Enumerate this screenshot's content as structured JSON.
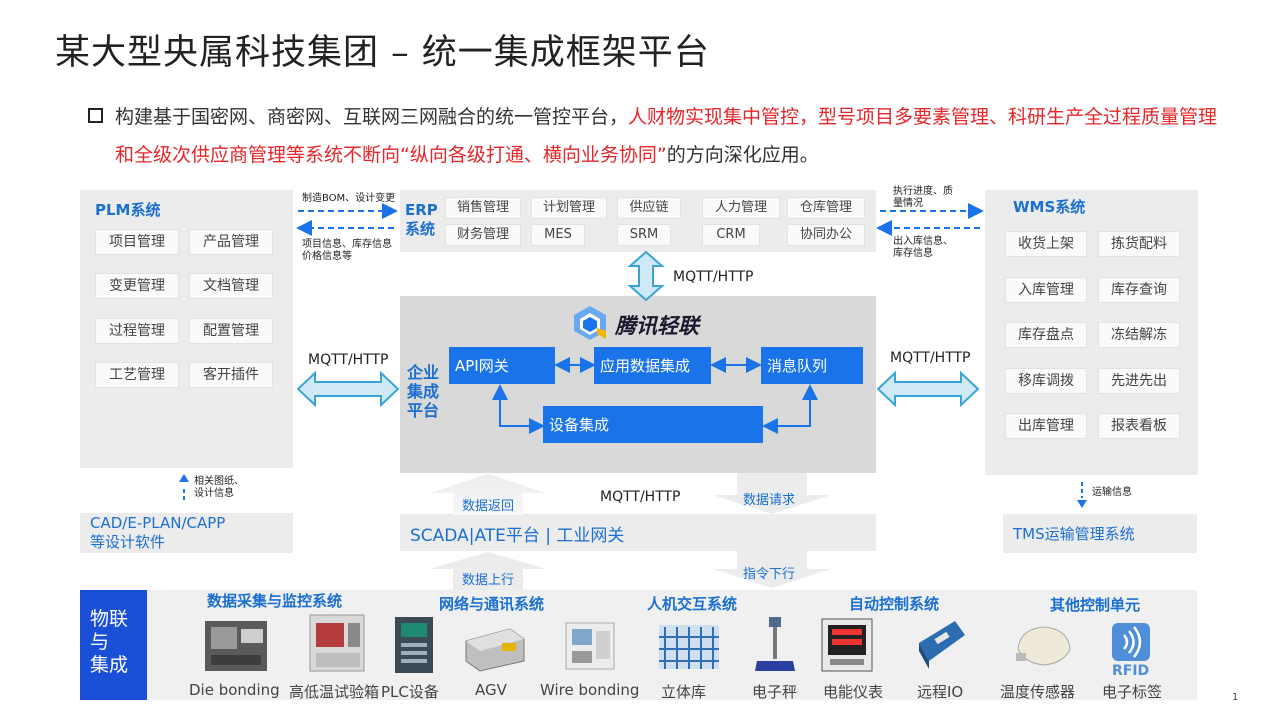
{
  "title": "某大型央属科技集团 – 统一集成框架平台",
  "bullet": {
    "part1": "构建基于国密网、商密网、互联网三网融合的统一管控平台，",
    "part2": "人财物实现集中管控，型号项目多要素管理、科研生产全过程质量管理和全级次供应商管理等系统不断向“纵向各级打通、横向业务协同”",
    "part3": "的方向深化应用。"
  },
  "plm": {
    "title": "PLM系统",
    "items": [
      "项目管理",
      "产品管理",
      "变更管理",
      "文档管理",
      "过程管理",
      "配置管理",
      "工艺管理",
      "客开插件"
    ]
  },
  "erp": {
    "title_line1": "ERP",
    "title_line2": "系统",
    "items": [
      "销售管理",
      "计划管理",
      "供应链",
      "人力管理",
      "仓库管理",
      "财务管理",
      "MES",
      "SRM",
      "CRM",
      "协同办公"
    ]
  },
  "wms": {
    "title": "WMS系统",
    "items": [
      "收货上架",
      "拣货配料",
      "入库管理",
      "库存查询",
      "库存盘点",
      "冻结解冻",
      "移库调拨",
      "先进先出",
      "出库管理",
      "报表看板"
    ]
  },
  "plm_erp": {
    "top": "制造BOM、设计变更",
    "bottom_line1": "项目信息、库存信息",
    "bottom_line2": "价格信息等"
  },
  "erp_wms": {
    "top_line1": "执行进度、质",
    "top_line2": "量情况",
    "bottom_line1": "出入库信息、",
    "bottom_line2": "库存信息"
  },
  "protocols": {
    "erp_center": "MQTT/HTTP",
    "plm_center": "MQTT/HTTP",
    "wms_center": "MQTT/HTTP",
    "center_scada": "MQTT/HTTP"
  },
  "center": {
    "brand": "腾讯轻联",
    "label_line1": "企业",
    "label_line2": "集成",
    "label_line3": "平台",
    "api": "API网关",
    "app": "应用数据集成",
    "mq": "消息队列",
    "device": "设备集成"
  },
  "cad": {
    "line1": "CAD/E-PLAN/CAPP",
    "line2": "等设计软件",
    "arrow_line1": "相关图纸、",
    "arrow_line2": "设计信息"
  },
  "tms": {
    "title": "TMS运输管理系统",
    "arrow": "运输信息"
  },
  "scada": {
    "title": "SCADA|ATE平台 | 工业网关",
    "data_return": "数据返回",
    "data_request": "数据请求",
    "data_up": "数据上行",
    "cmd_down": "指令下行"
  },
  "iot": {
    "label_line1": "物联",
    "label_line2": "与",
    "label_line3": "集成",
    "categories": [
      "数据采集与监控系统",
      "网络与通讯系统",
      "人机交互系统",
      "自动控制系统",
      "其他控制单元"
    ],
    "devices": [
      "Die bonding",
      "高低温试验箱",
      "PLC设备",
      "AGV",
      "Wire bonding",
      "立体库",
      "电子秤",
      "电能仪表",
      "远程IO",
      "温度传感器",
      "电子标签"
    ],
    "rfid": "RFID"
  },
  "page_number": "1",
  "colors": {
    "accent": "#1a73e8",
    "title_blue": "#1b6fd1",
    "red": "#e8262a",
    "panel": "#ececec",
    "arrow_fill": "#cfe9f7",
    "arrow_stroke": "#3aa3d8"
  }
}
